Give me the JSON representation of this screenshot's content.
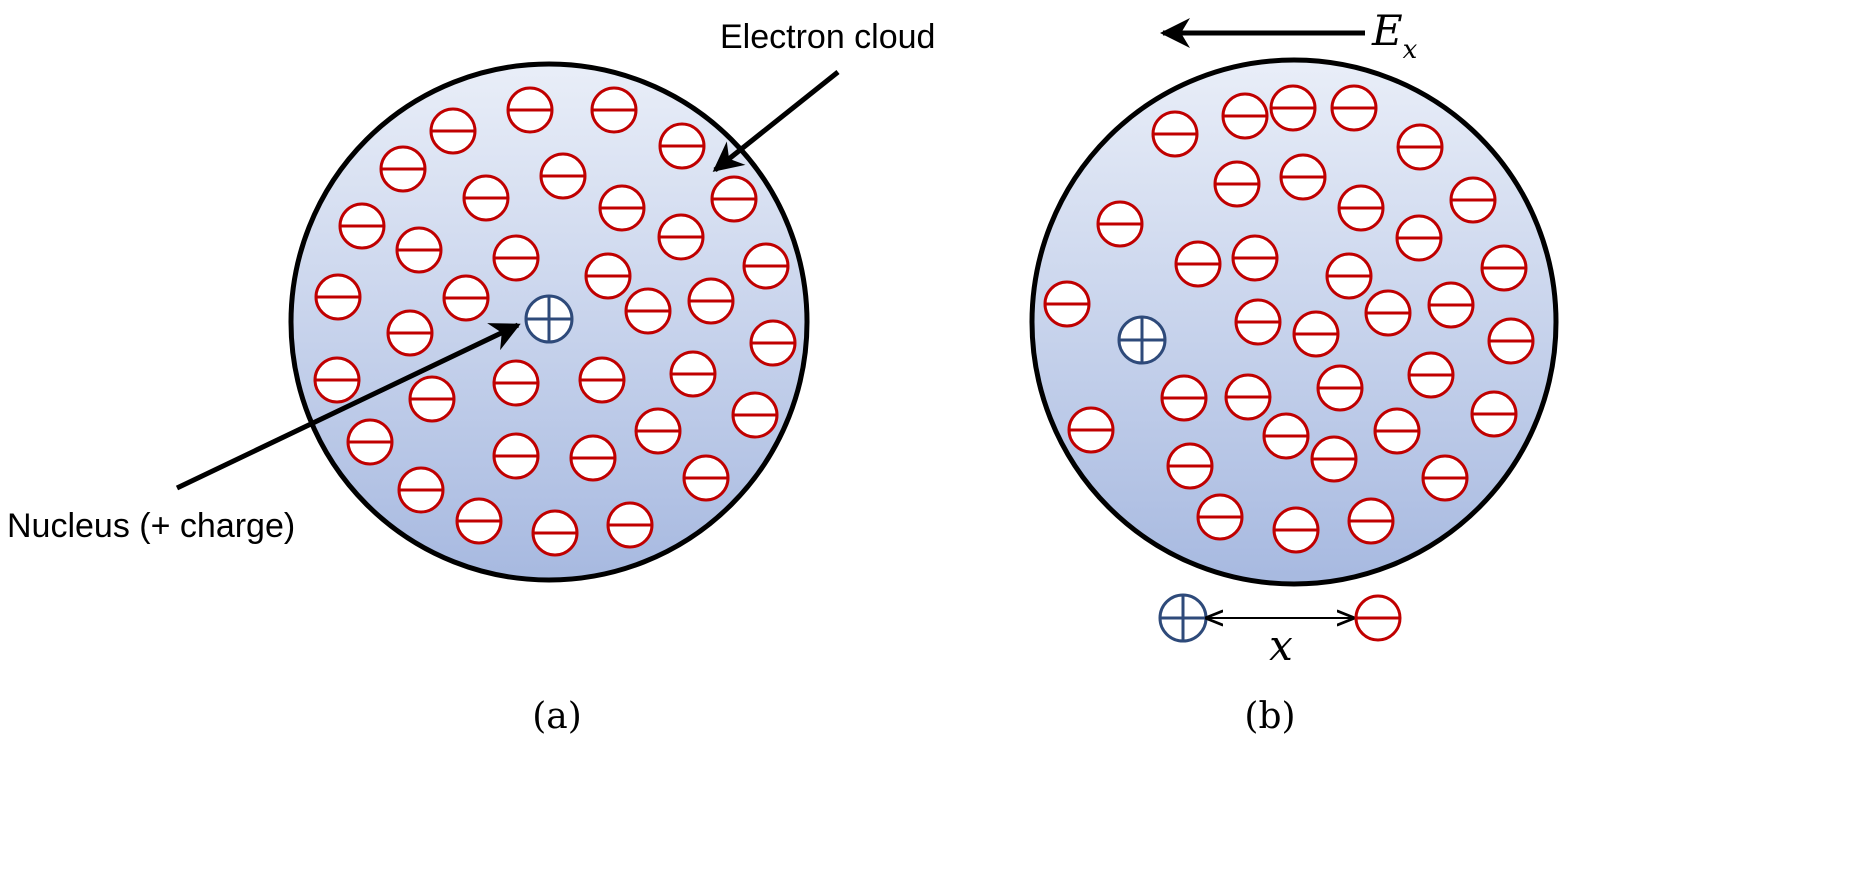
{
  "labels": {
    "electron_cloud": "Electron cloud",
    "nucleus": "Nucleus (+ charge)",
    "field_symbol": "E",
    "field_subscript": "x",
    "displacement": "x",
    "caption_a": "(a)",
    "caption_b": "(b)"
  },
  "colors": {
    "electron": "#c00000",
    "nucleus": "#2e4a7a",
    "cloud_top": "#e9eef8",
    "cloud_bottom": "#a7b9e0",
    "outline": "#000000"
  },
  "icons": {
    "electron": "minus-circle-icon",
    "nucleus": "plus-circle-icon"
  }
}
